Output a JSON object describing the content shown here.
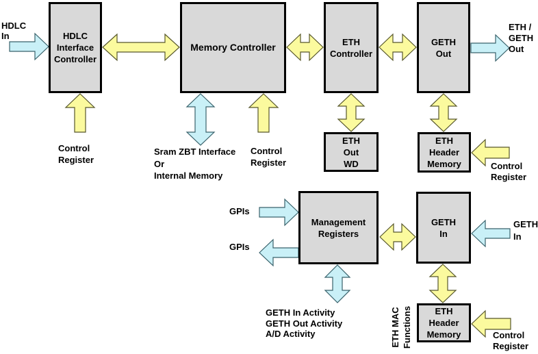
{
  "colors": {
    "background": "#ffffff",
    "text": "#000000",
    "box_fill": "#d9d9d9",
    "box_border": "#000000",
    "arrow_yellow": "#fbfa9e",
    "arrow_yellow_border": "#56562b",
    "arrow_cyan": "#c9f0f7",
    "arrow_cyan_border": "#39626b"
  },
  "blocks": {
    "hdlc": "HDLC\nInterface\nController",
    "memory": "Memory Controller",
    "eth_controller": "ETH\nController",
    "geth_out": "GETH\nOut",
    "eth_out_wd": "ETH\nOut\nWD",
    "eth_header_memory_top": "ETH\nHeader\nMemory",
    "management": "Management\nRegisters",
    "geth_in": "GETH\nIn",
    "eth_header_memory_bottom": "ETH\nHeader\nMemory"
  },
  "labels": {
    "hdlc_in": "HDLC\nIn",
    "eth_geth_out": "ETH /\nGETH\nOut",
    "control_register_hdlc": "Control\nRegister",
    "sram": "Sram ZBT Interface\nOr\nInternal Memory",
    "control_register_memory": "Control\nRegister",
    "control_register_eth_header_top": "Control\nRegister",
    "gpis_in": "GPIs",
    "gpis_out": "GPIs",
    "activity": "GETH In Activity\nGETH Out Activity\nA/D Activity",
    "geth_in_right": "GETH\nIn",
    "eth_mac_functions": "ETH MAC\nFunctions",
    "control_register_eth_header_bottom": "Control\nRegister"
  }
}
